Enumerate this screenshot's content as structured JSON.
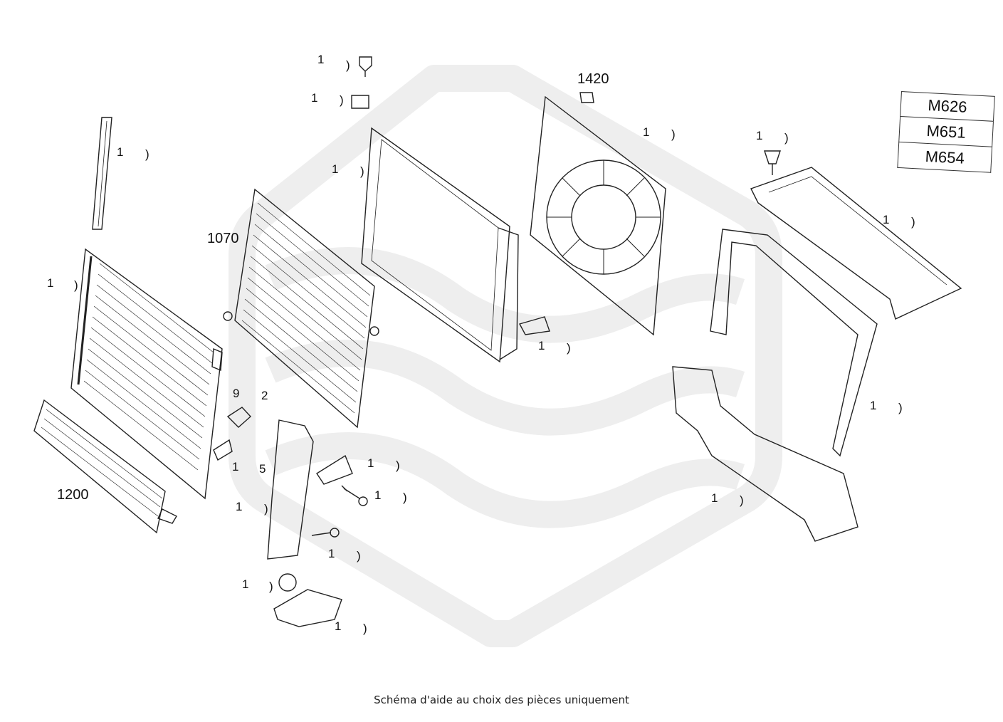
{
  "caption": "Schéma d'aide au choix des pièces uniquement",
  "callouts": {
    "c1420": "1420",
    "c1070": "1070",
    "c1200": "1200"
  },
  "legend": {
    "rows": [
      "M626",
      "M651",
      "M654"
    ]
  },
  "fragments": {
    "f1": "1",
    "f2": ")",
    "f3": "9",
    "f4": "2",
    "f5": "5"
  }
}
